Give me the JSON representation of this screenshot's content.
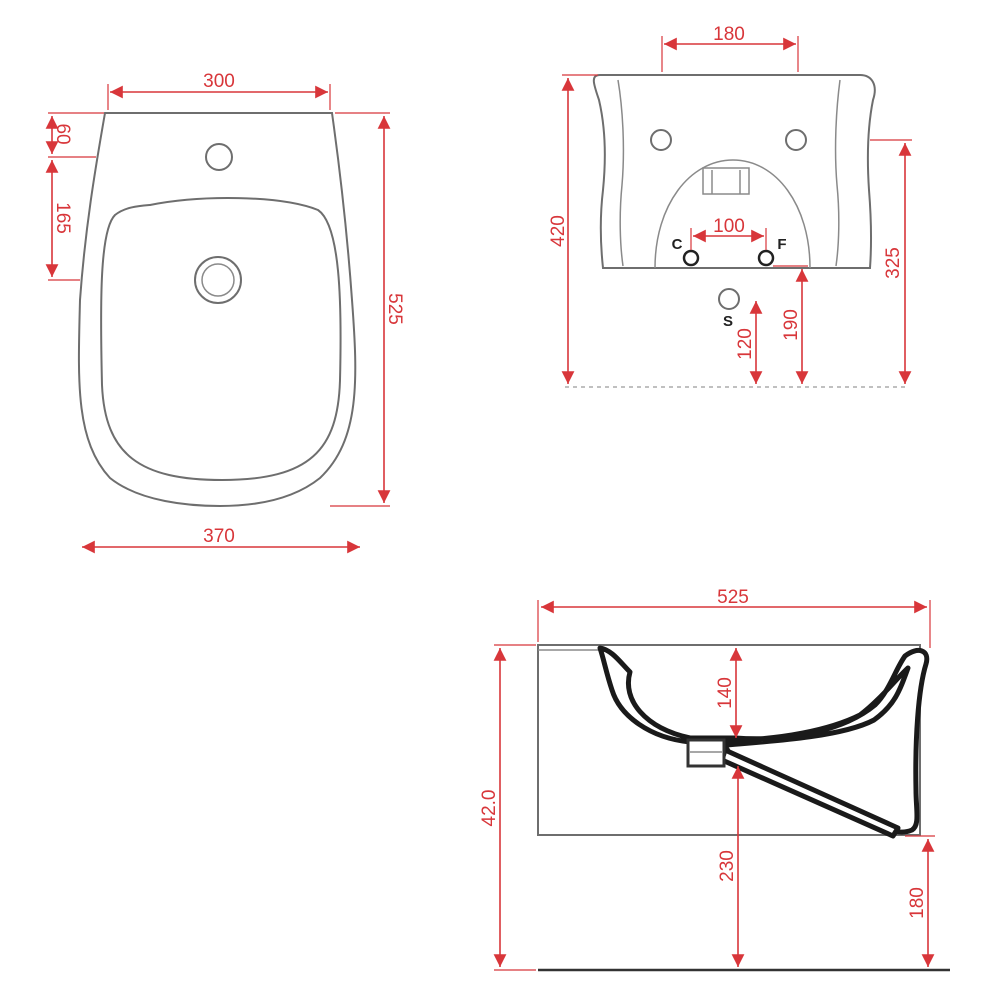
{
  "plan_view": {
    "dims": {
      "top_width": "300",
      "bottom_width": "370",
      "tap_offset": "60",
      "drain_offset": "165",
      "depth": "525"
    }
  },
  "front_view": {
    "dims": {
      "top_spacing": "180",
      "height_total": "420",
      "tap_spacing": "100",
      "height_inlet": "325",
      "drain_height": "120",
      "supply_height": "190"
    },
    "markers": {
      "cold": "C",
      "hot": "F",
      "drain": "S"
    }
  },
  "side_view": {
    "dims": {
      "depth": "525",
      "bowl_depth": "140",
      "height": "42.0",
      "outlet_height": "230",
      "floor_height": "180"
    }
  }
}
